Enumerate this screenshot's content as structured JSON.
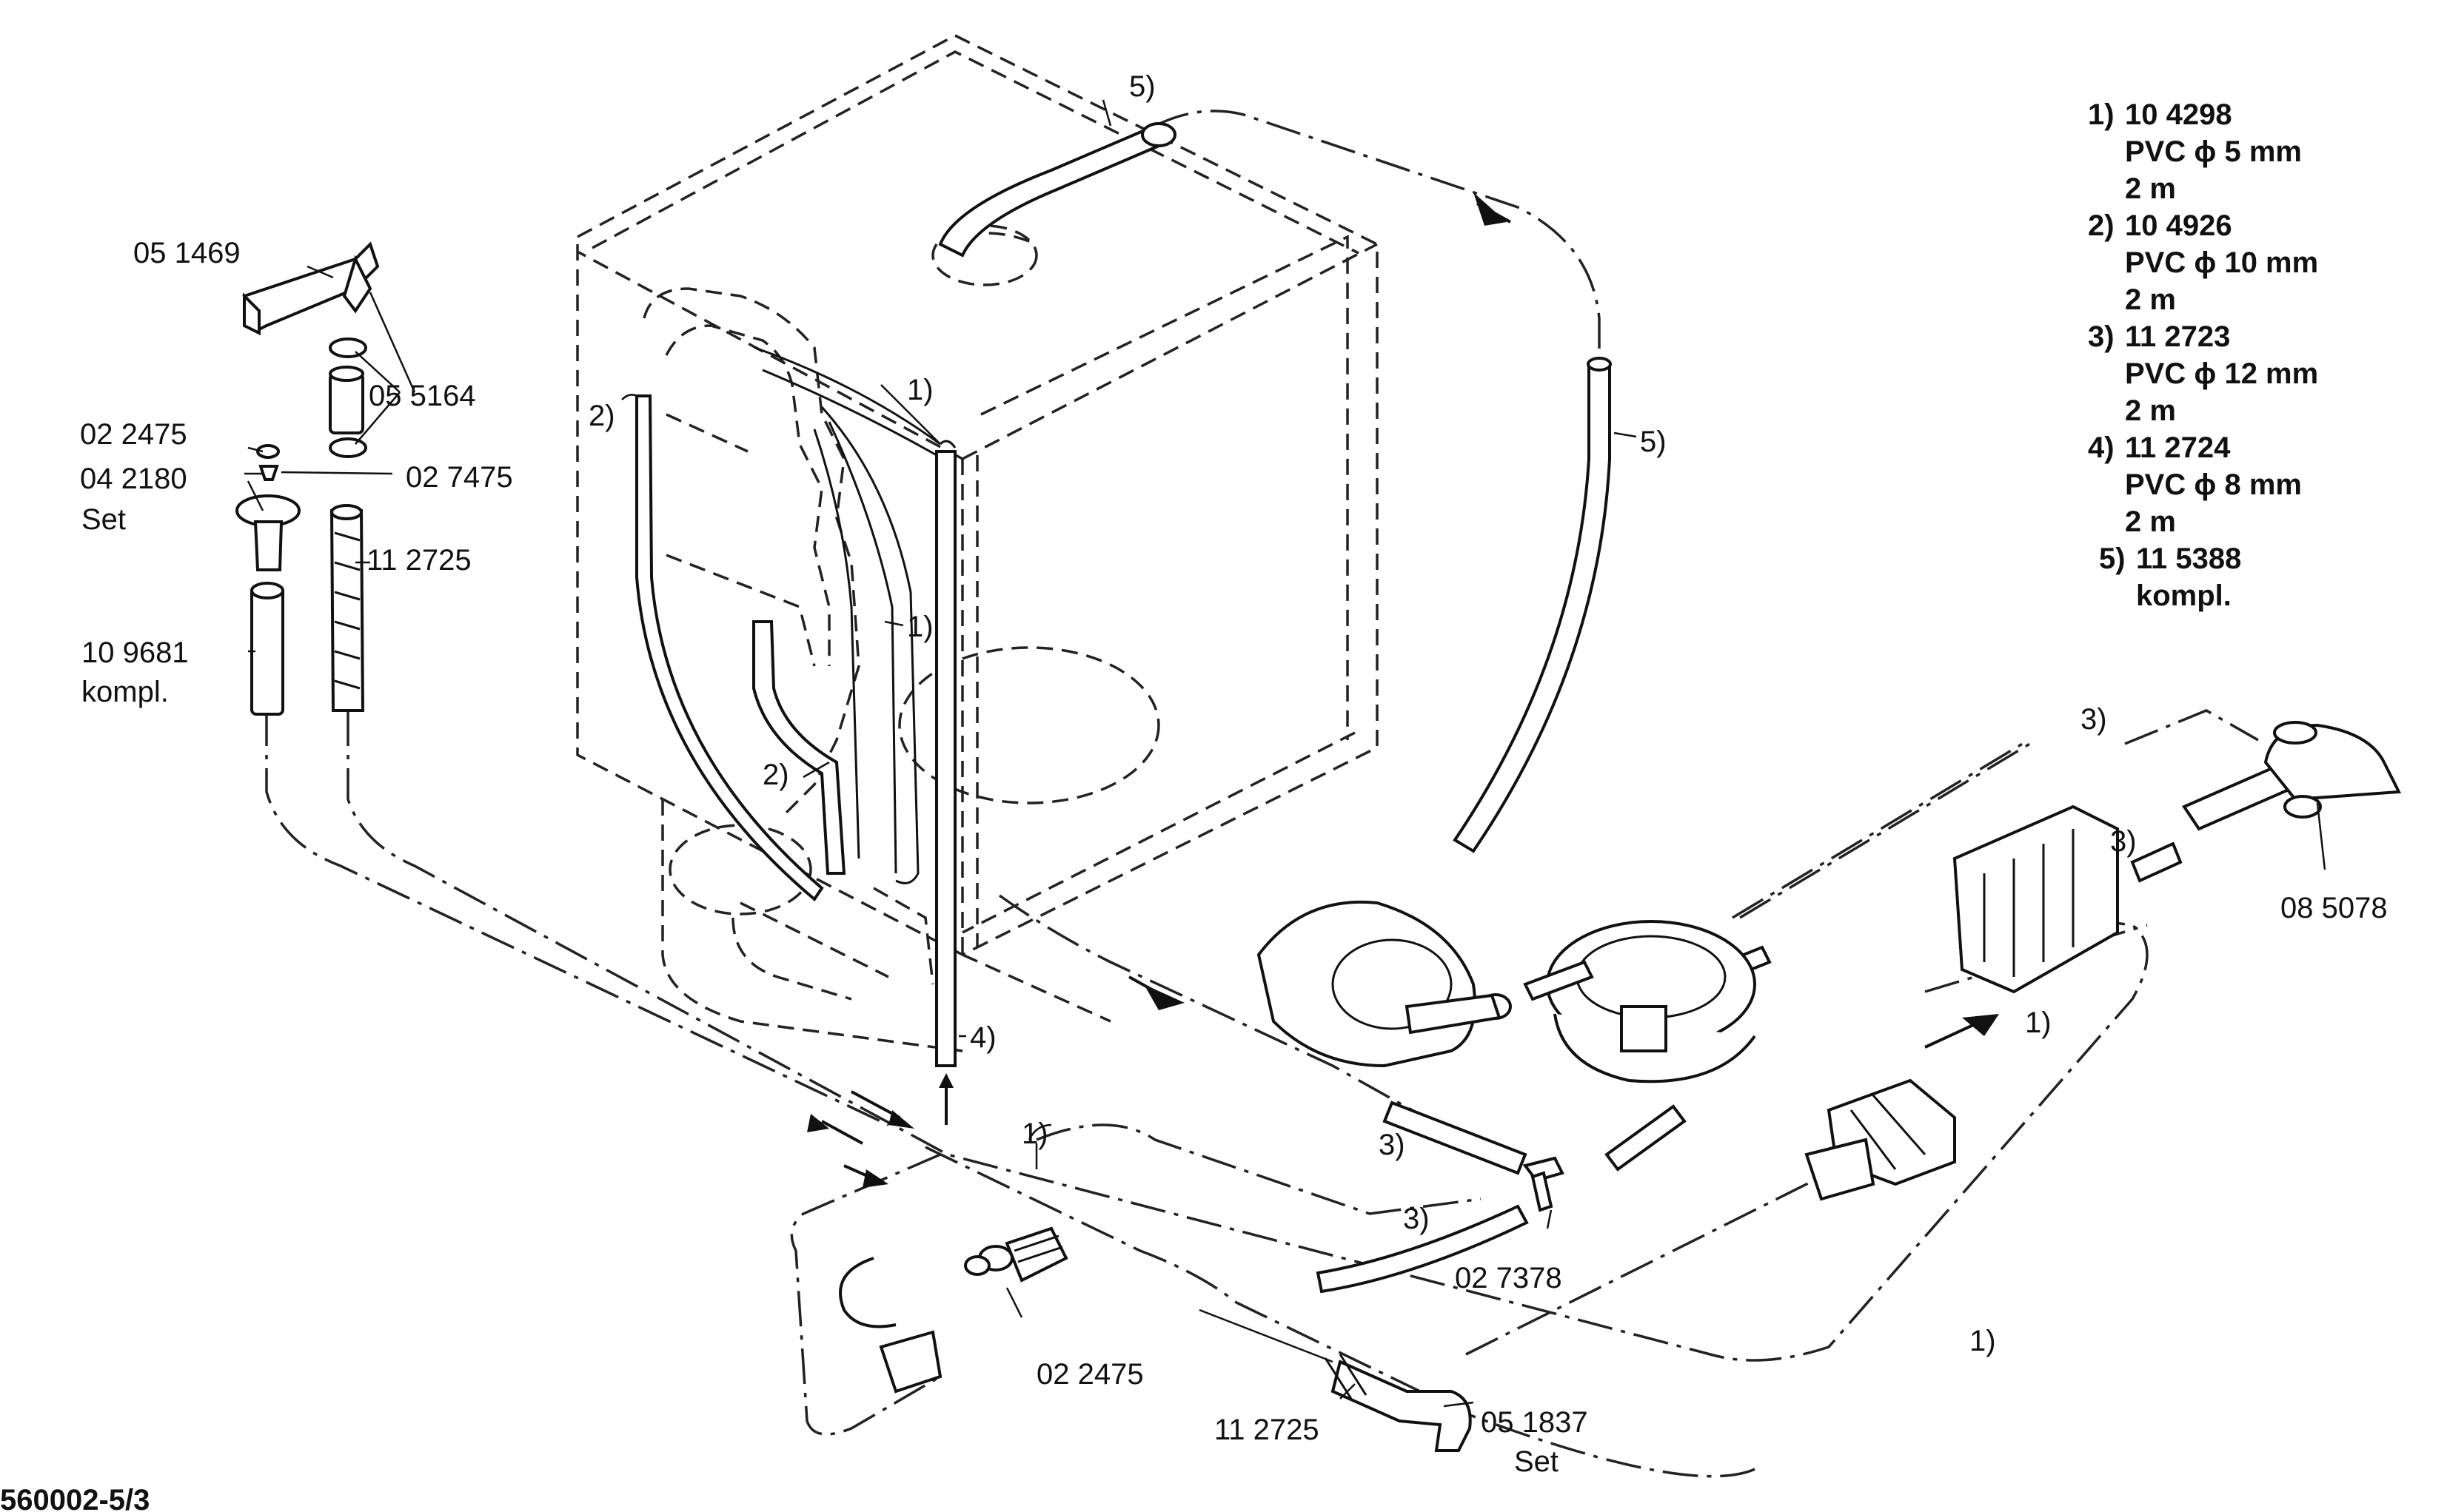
{
  "legend": [
    {
      "key": "1)",
      "part": "10 4298",
      "spec": "PVC ϕ 5 mm",
      "length": "2 m"
    },
    {
      "key": "2)",
      "part": "10 4926",
      "spec": "PVC ϕ 10 mm",
      "length": "2 m"
    },
    {
      "key": "3)",
      "part": "11 2723",
      "spec": "PVC ϕ 12 mm",
      "length": "2 m"
    },
    {
      "key": "4)",
      "part": "11 2724",
      "spec": "PVC ϕ 8 mm",
      "length": "2 m"
    },
    {
      "key": "5)",
      "part": "11 5388",
      "spec": "kompl.",
      "length": ""
    }
  ],
  "labels": {
    "p051469": "05 1469",
    "p055164": "05 5164",
    "p022475a": "02 2475",
    "p042180": "04 2180",
    "set1": "Set",
    "p027475": "02 7475",
    "p112725a": "11 2725",
    "p109681": "10 9681",
    "kompl1": "kompl.",
    "p085078": "08 5078",
    "p027378": "02 7378",
    "p022475b": "02 2475",
    "p112725b": "11 2725",
    "p051837": "05 1837",
    "set2": "Set",
    "drawing_no": "560002-5/3"
  },
  "refs": {
    "one": "1)",
    "two": "2)",
    "three": "3)",
    "four": "4)",
    "five": "5)"
  }
}
